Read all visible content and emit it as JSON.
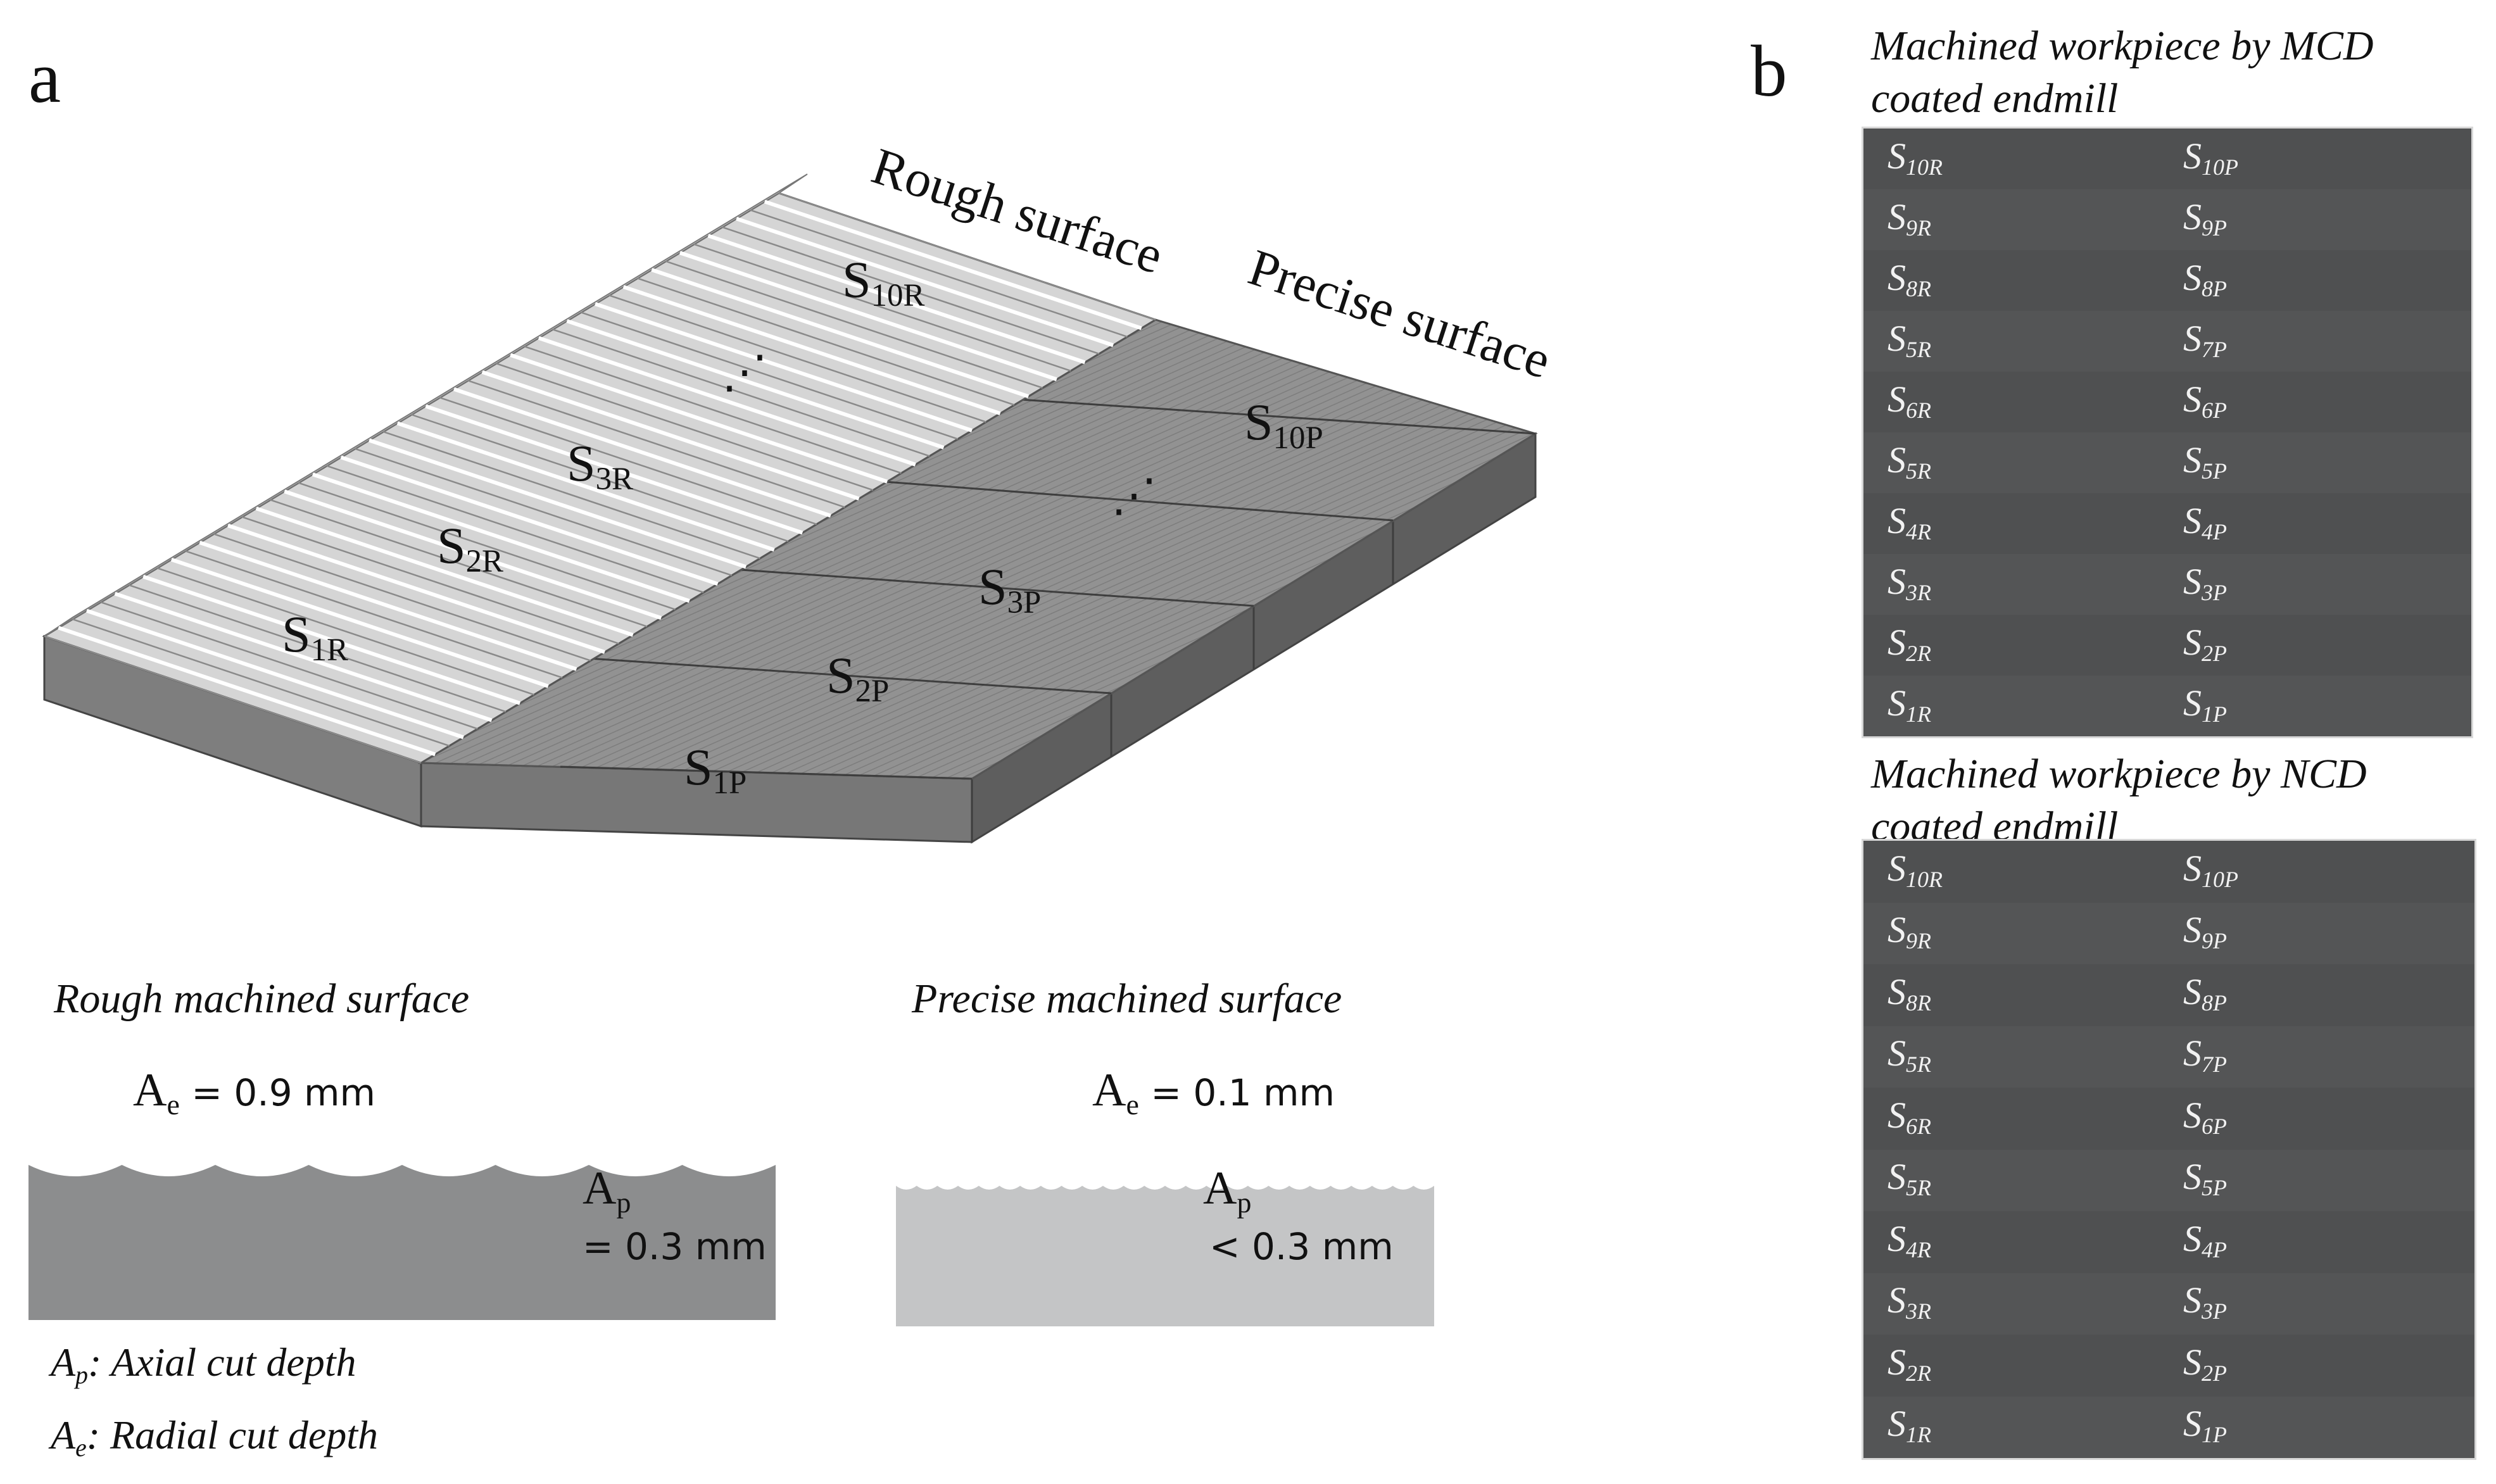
{
  "panel_a": {
    "letter": "a",
    "rough_surface_label": "Rough surface",
    "precise_surface_label": "Precise surface",
    "block_labels": {
      "rough": [
        {
          "base": "S",
          "sub": "1R"
        },
        {
          "base": "S",
          "sub": "2R"
        },
        {
          "base": "S",
          "sub": "3R"
        },
        {
          "base": "S",
          "sub": "10R"
        }
      ],
      "precise": [
        {
          "base": "S",
          "sub": "1P"
        },
        {
          "base": "S",
          "sub": "2P"
        },
        {
          "base": "S",
          "sub": "3P"
        },
        {
          "base": "S",
          "sub": "10P"
        }
      ],
      "ellipsis": "⋰"
    },
    "rough_section": {
      "title": "Rough machined surface",
      "ae_base": "A",
      "ae_sub": "e",
      "ae_value": "= 0.9 mm",
      "ap_base": "A",
      "ap_sub": "p",
      "ap_value": "= 0.3  mm"
    },
    "precise_section": {
      "title": "Precise machined surface",
      "ae_base": "A",
      "ae_sub": "e",
      "ae_value": "= 0.1 mm",
      "ap_base": "A",
      "ap_sub": "p",
      "ap_value": "< 0.3 mm"
    },
    "legend": [
      {
        "base": "A",
        "sub": "p",
        "text": ": Axial cut depth"
      },
      {
        "base": "A",
        "sub": "e",
        "text": ": Radial cut depth"
      }
    ]
  },
  "panel_b": {
    "letter": "b",
    "mcd": {
      "title_line1": "Machined workpiece  by MCD",
      "title_line2": "coated endmill",
      "rows": [
        {
          "left": {
            "base": "S",
            "sub": "10R"
          },
          "right": {
            "base": "S",
            "sub": "10P"
          }
        },
        {
          "left": {
            "base": "S",
            "sub": "9R"
          },
          "right": {
            "base": "S",
            "sub": "9P"
          }
        },
        {
          "left": {
            "base": "S",
            "sub": "8R"
          },
          "right": {
            "base": "S",
            "sub": "8P"
          }
        },
        {
          "left": {
            "base": "S",
            "sub": "5R"
          },
          "right": {
            "base": "S",
            "sub": "7P"
          }
        },
        {
          "left": {
            "base": "S",
            "sub": "6R"
          },
          "right": {
            "base": "S",
            "sub": "6P"
          }
        },
        {
          "left": {
            "base": "S",
            "sub": "5R"
          },
          "right": {
            "base": "S",
            "sub": "5P"
          }
        },
        {
          "left": {
            "base": "S",
            "sub": "4R"
          },
          "right": {
            "base": "S",
            "sub": "4P"
          }
        },
        {
          "left": {
            "base": "S",
            "sub": "3R"
          },
          "right": {
            "base": "S",
            "sub": "3P"
          }
        },
        {
          "left": {
            "base": "S",
            "sub": "2R"
          },
          "right": {
            "base": "S",
            "sub": "2P"
          }
        },
        {
          "left": {
            "base": "S",
            "sub": "1R"
          },
          "right": {
            "base": "S",
            "sub": "1P"
          }
        }
      ]
    },
    "ncd": {
      "title_line1": "Machined workpiece  by NCD",
      "title_line2": "coated endmill",
      "rows": [
        {
          "left": {
            "base": "S",
            "sub": "10R"
          },
          "right": {
            "base": "S",
            "sub": "10P"
          }
        },
        {
          "left": {
            "base": "S",
            "sub": "9R"
          },
          "right": {
            "base": "S",
            "sub": "9P"
          }
        },
        {
          "left": {
            "base": "S",
            "sub": "8R"
          },
          "right": {
            "base": "S",
            "sub": "8P"
          }
        },
        {
          "left": {
            "base": "S",
            "sub": "5R"
          },
          "right": {
            "base": "S",
            "sub": "7P"
          }
        },
        {
          "left": {
            "base": "S",
            "sub": "6R"
          },
          "right": {
            "base": "S",
            "sub": "6P"
          }
        },
        {
          "left": {
            "base": "S",
            "sub": "5R"
          },
          "right": {
            "base": "S",
            "sub": "5P"
          }
        },
        {
          "left": {
            "base": "S",
            "sub": "4R"
          },
          "right": {
            "base": "S",
            "sub": "4P"
          }
        },
        {
          "left": {
            "base": "S",
            "sub": "3R"
          },
          "right": {
            "base": "S",
            "sub": "3P"
          }
        },
        {
          "left": {
            "base": "S",
            "sub": "2R"
          },
          "right": {
            "base": "S",
            "sub": "2P"
          }
        },
        {
          "left": {
            "base": "S",
            "sub": "1R"
          },
          "right": {
            "base": "S",
            "sub": "1P"
          }
        }
      ]
    }
  },
  "colors": {
    "block_top_precise": "#909090",
    "block_side_dark": "#5f5f5f",
    "block_front": "#7b7b7b",
    "rough_ridge": "#f7f7f7",
    "photo_bg": "#505152",
    "rough_profile_fill": "#8c8d8e",
    "precise_profile_fill": "#c4c5c6"
  }
}
